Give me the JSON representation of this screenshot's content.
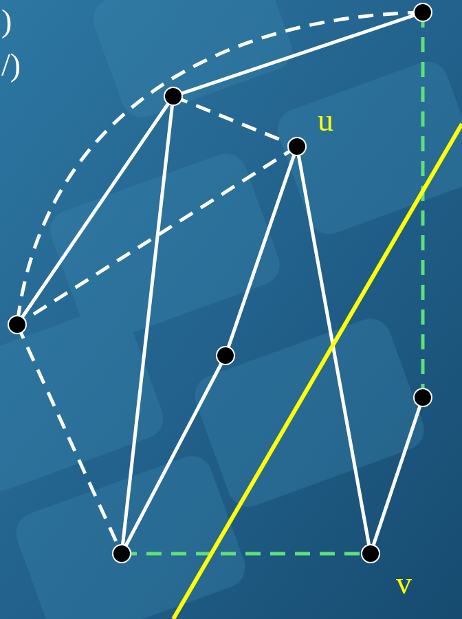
{
  "diagram": {
    "labels": [
      ")",
      "/)",
      "u",
      "v"
    ]
  }
}
